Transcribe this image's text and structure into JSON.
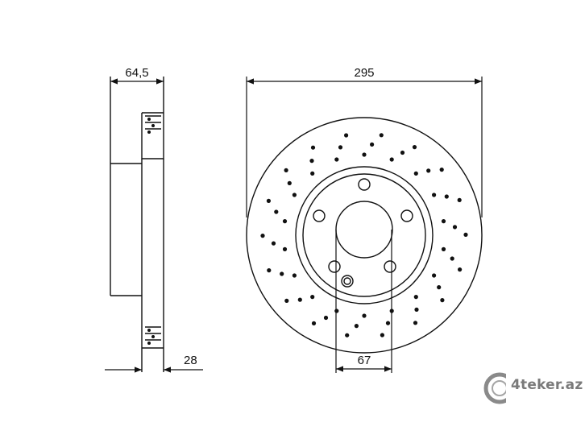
{
  "dimensions": {
    "hat_width": "64,5",
    "disc_thickness": "28",
    "outer_diameter": "295",
    "center_bore": "67"
  },
  "watermark": {
    "text": "4teker.az"
  }
}
